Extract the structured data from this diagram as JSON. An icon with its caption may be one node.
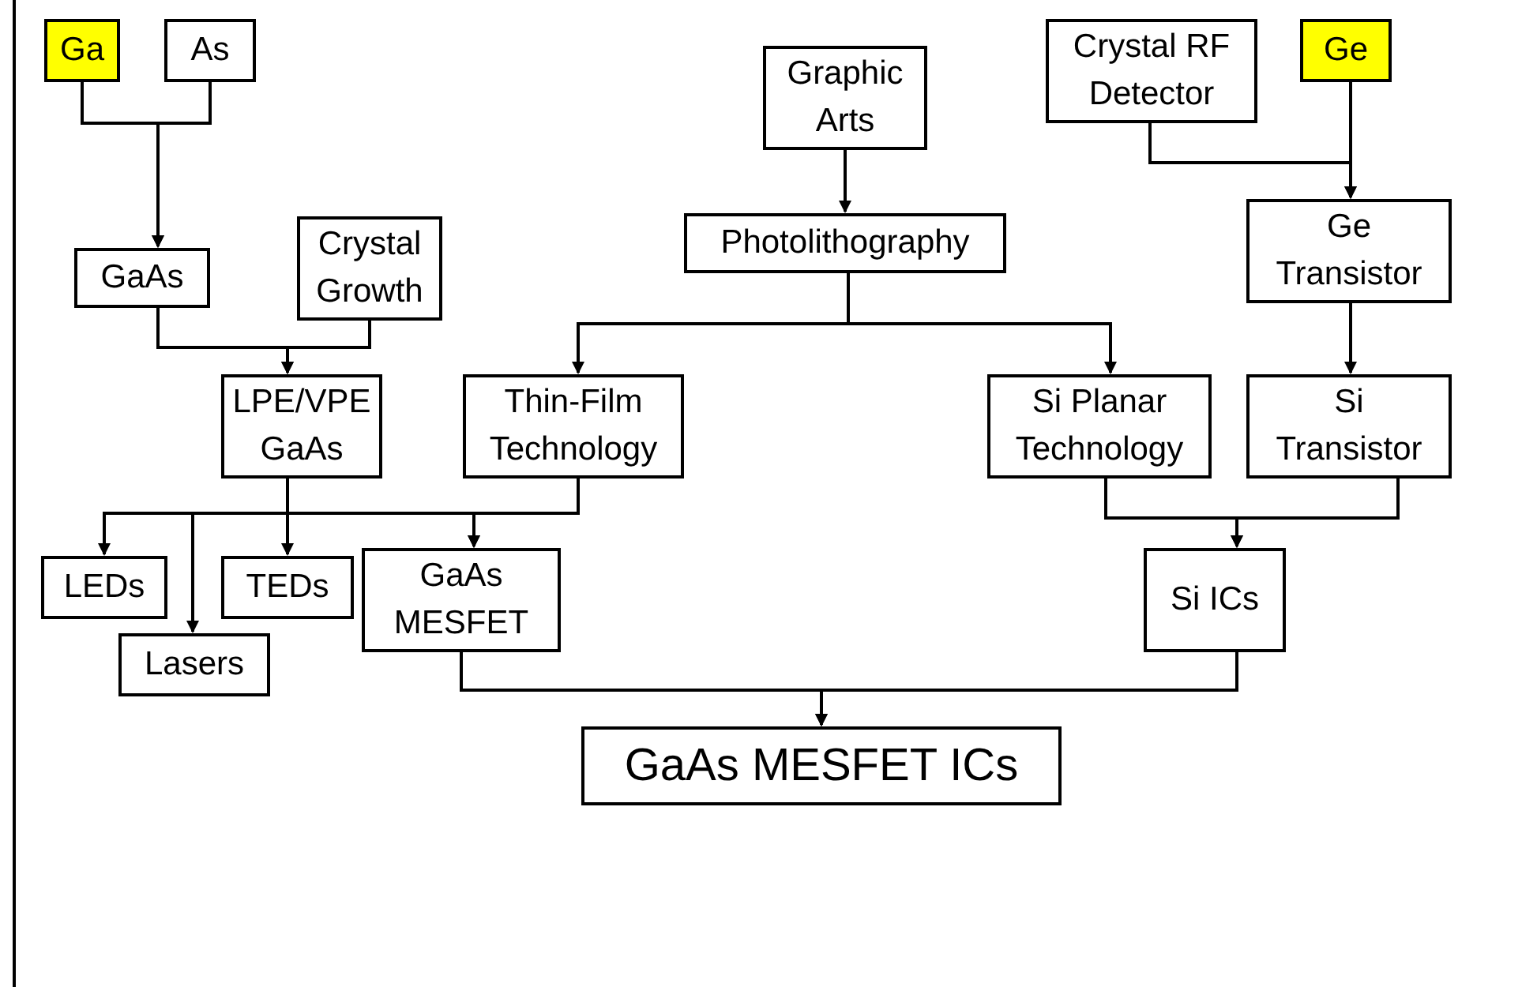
{
  "diagram": {
    "nodes": [
      {
        "text": [
          "Ga"
        ]
      },
      {
        "text": [
          "As"
        ]
      },
      {
        "text": [
          "GaAs"
        ]
      },
      {
        "text": [
          "Crystal Growth"
        ]
      },
      {
        "text": [
          "LPE/VPE GaAs"
        ]
      },
      {
        "text": [
          "LEDs"
        ]
      },
      {
        "text": [
          "TEDs"
        ]
      },
      {
        "text": [
          "Lasers"
        ]
      },
      {
        "text": [
          "Thin-Film Technology"
        ]
      },
      {
        "text": [
          "GaAs MESFET"
        ]
      },
      {
        "text": [
          "Graphic Arts"
        ]
      },
      {
        "text": [
          "Photolithography"
        ]
      },
      {
        "text": [
          "Si Planar Technology"
        ]
      },
      {
        "text": [
          "Crystal RF Detector"
        ]
      },
      {
        "text": [
          "Ge"
        ]
      },
      {
        "text": [
          "Ge Transistor"
        ]
      },
      {
        "text": [
          "Si Transistor"
        ]
      },
      {
        "text": [
          "Si ICs"
        ]
      },
      {
        "text": [
          "GaAs MESFET ICs"
        ]
      }
    ],
    "edges": [
      {
        "from": 0,
        "to": 2,
        "arrow": "to"
      },
      {
        "from": 1,
        "to": 2,
        "arrow": "to"
      },
      {
        "from": 2,
        "to": 4,
        "arrow": "to"
      },
      {
        "from": 3,
        "to": 4,
        "arrow": "to"
      },
      {
        "from": 4,
        "to": 5,
        "arrow": "to"
      },
      {
        "from": 4,
        "to": 6,
        "arrow": "to"
      },
      {
        "from": 4,
        "to": 7,
        "arrow": "to"
      },
      {
        "from": 4,
        "to": 9,
        "arrow": "to"
      },
      {
        "from": 8,
        "to": 9,
        "arrow": "to"
      },
      {
        "from": 10,
        "to": 11,
        "arrow": "to"
      },
      {
        "from": 11,
        "to": 8,
        "arrow": "to"
      },
      {
        "from": 11,
        "to": 12,
        "arrow": "to"
      },
      {
        "from": 13,
        "to": 15,
        "arrow": "to"
      },
      {
        "from": 14,
        "to": 15,
        "arrow": "to"
      },
      {
        "from": 15,
        "to": 16,
        "arrow": "to"
      },
      {
        "from": 12,
        "to": 17,
        "arrow": "to"
      },
      {
        "from": 16,
        "to": 17,
        "arrow": "to"
      },
      {
        "from": 9,
        "to": 18,
        "arrow": "to"
      },
      {
        "from": 17,
        "to": 18,
        "arrow": "to"
      }
    ]
  }
}
